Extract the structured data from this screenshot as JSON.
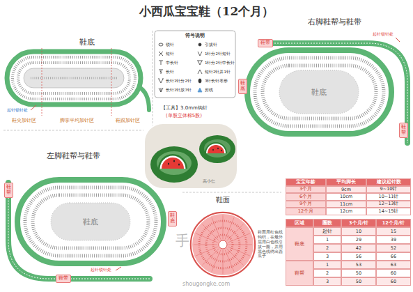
{
  "diagram": {
    "title": "小西瓜宝宝鞋（12个月）",
    "nodes": [
      {
        "text": [
          "鞋底"
        ]
      },
      {
        "text": [
          "右脚鞋帮与鞋带"
        ]
      },
      {
        "text": [
          "鞋底"
        ],
        "in": 1
      },
      {
        "text": [
          "鞋带"
        ]
      },
      {
        "text": [
          "鞋底"
        ]
      },
      {
        "text": [
          "鞋帮"
        ]
      },
      {
        "text": [
          "左脚鞋帮与鞋带"
        ]
      },
      {
        "text": [
          "鞋底"
        ],
        "in": 6
      },
      {
        "text": [
          "鞋帮"
        ]
      },
      {
        "text": [
          "鞋底"
        ]
      },
      {
        "text": [
          "鞋带"
        ]
      },
      {
        "text": [
          "鞋面"
        ]
      }
    ],
    "labels": [
      "符号说明",
      "【工具】3.0mm钩针",
      "(单股立体棉5股)",
      "起针锁针处",
      "鞋尖加针区",
      "脚掌平均加针区",
      "鞋跟加针区",
      "起针锁针处",
      "起针锁针处",
      "高小仁",
      "宝宝年龄",
      "平均脚长",
      "建议起针数",
      "3个月",
      "9cm",
      "9~10针",
      "6个月",
      "10cm",
      "10~11针",
      "9个月",
      "11cm",
      "12~13针",
      "12个月",
      "12cm",
      "14~15针",
      "区域",
      "圈数",
      "3个月/针",
      "12个月/针",
      "鞋底",
      "起针",
      "10",
      "15",
      "1",
      "29",
      "39",
      "2",
      "42",
      "52",
      "3",
      "56",
      "66",
      "鞋帮",
      "1",
      "53",
      "63",
      "2",
      "50",
      "60",
      "3",
      "50",
      "60",
      "鞋面用红色线钩织，在最外层用白色线引拔一圈，并用黑色线绣出西瓜子",
      "手",
      "shougongke.com"
    ],
    "legend": [
      {
        "text": "锁针"
      },
      {
        "text": "短针"
      },
      {
        "text": "中长针"
      },
      {
        "text": "长针"
      },
      {
        "text": "长针1针分2针"
      },
      {
        "text": "长针1针放3针"
      },
      {
        "text": "引拔针"
      },
      {
        "text": "1针分2针短针"
      },
      {
        "text": "1针分2针中长针"
      },
      {
        "text": "短针2针并1针"
      },
      {
        "text": "3针长针枣形"
      },
      {
        "text": "剪线"
      }
    ]
  }
}
